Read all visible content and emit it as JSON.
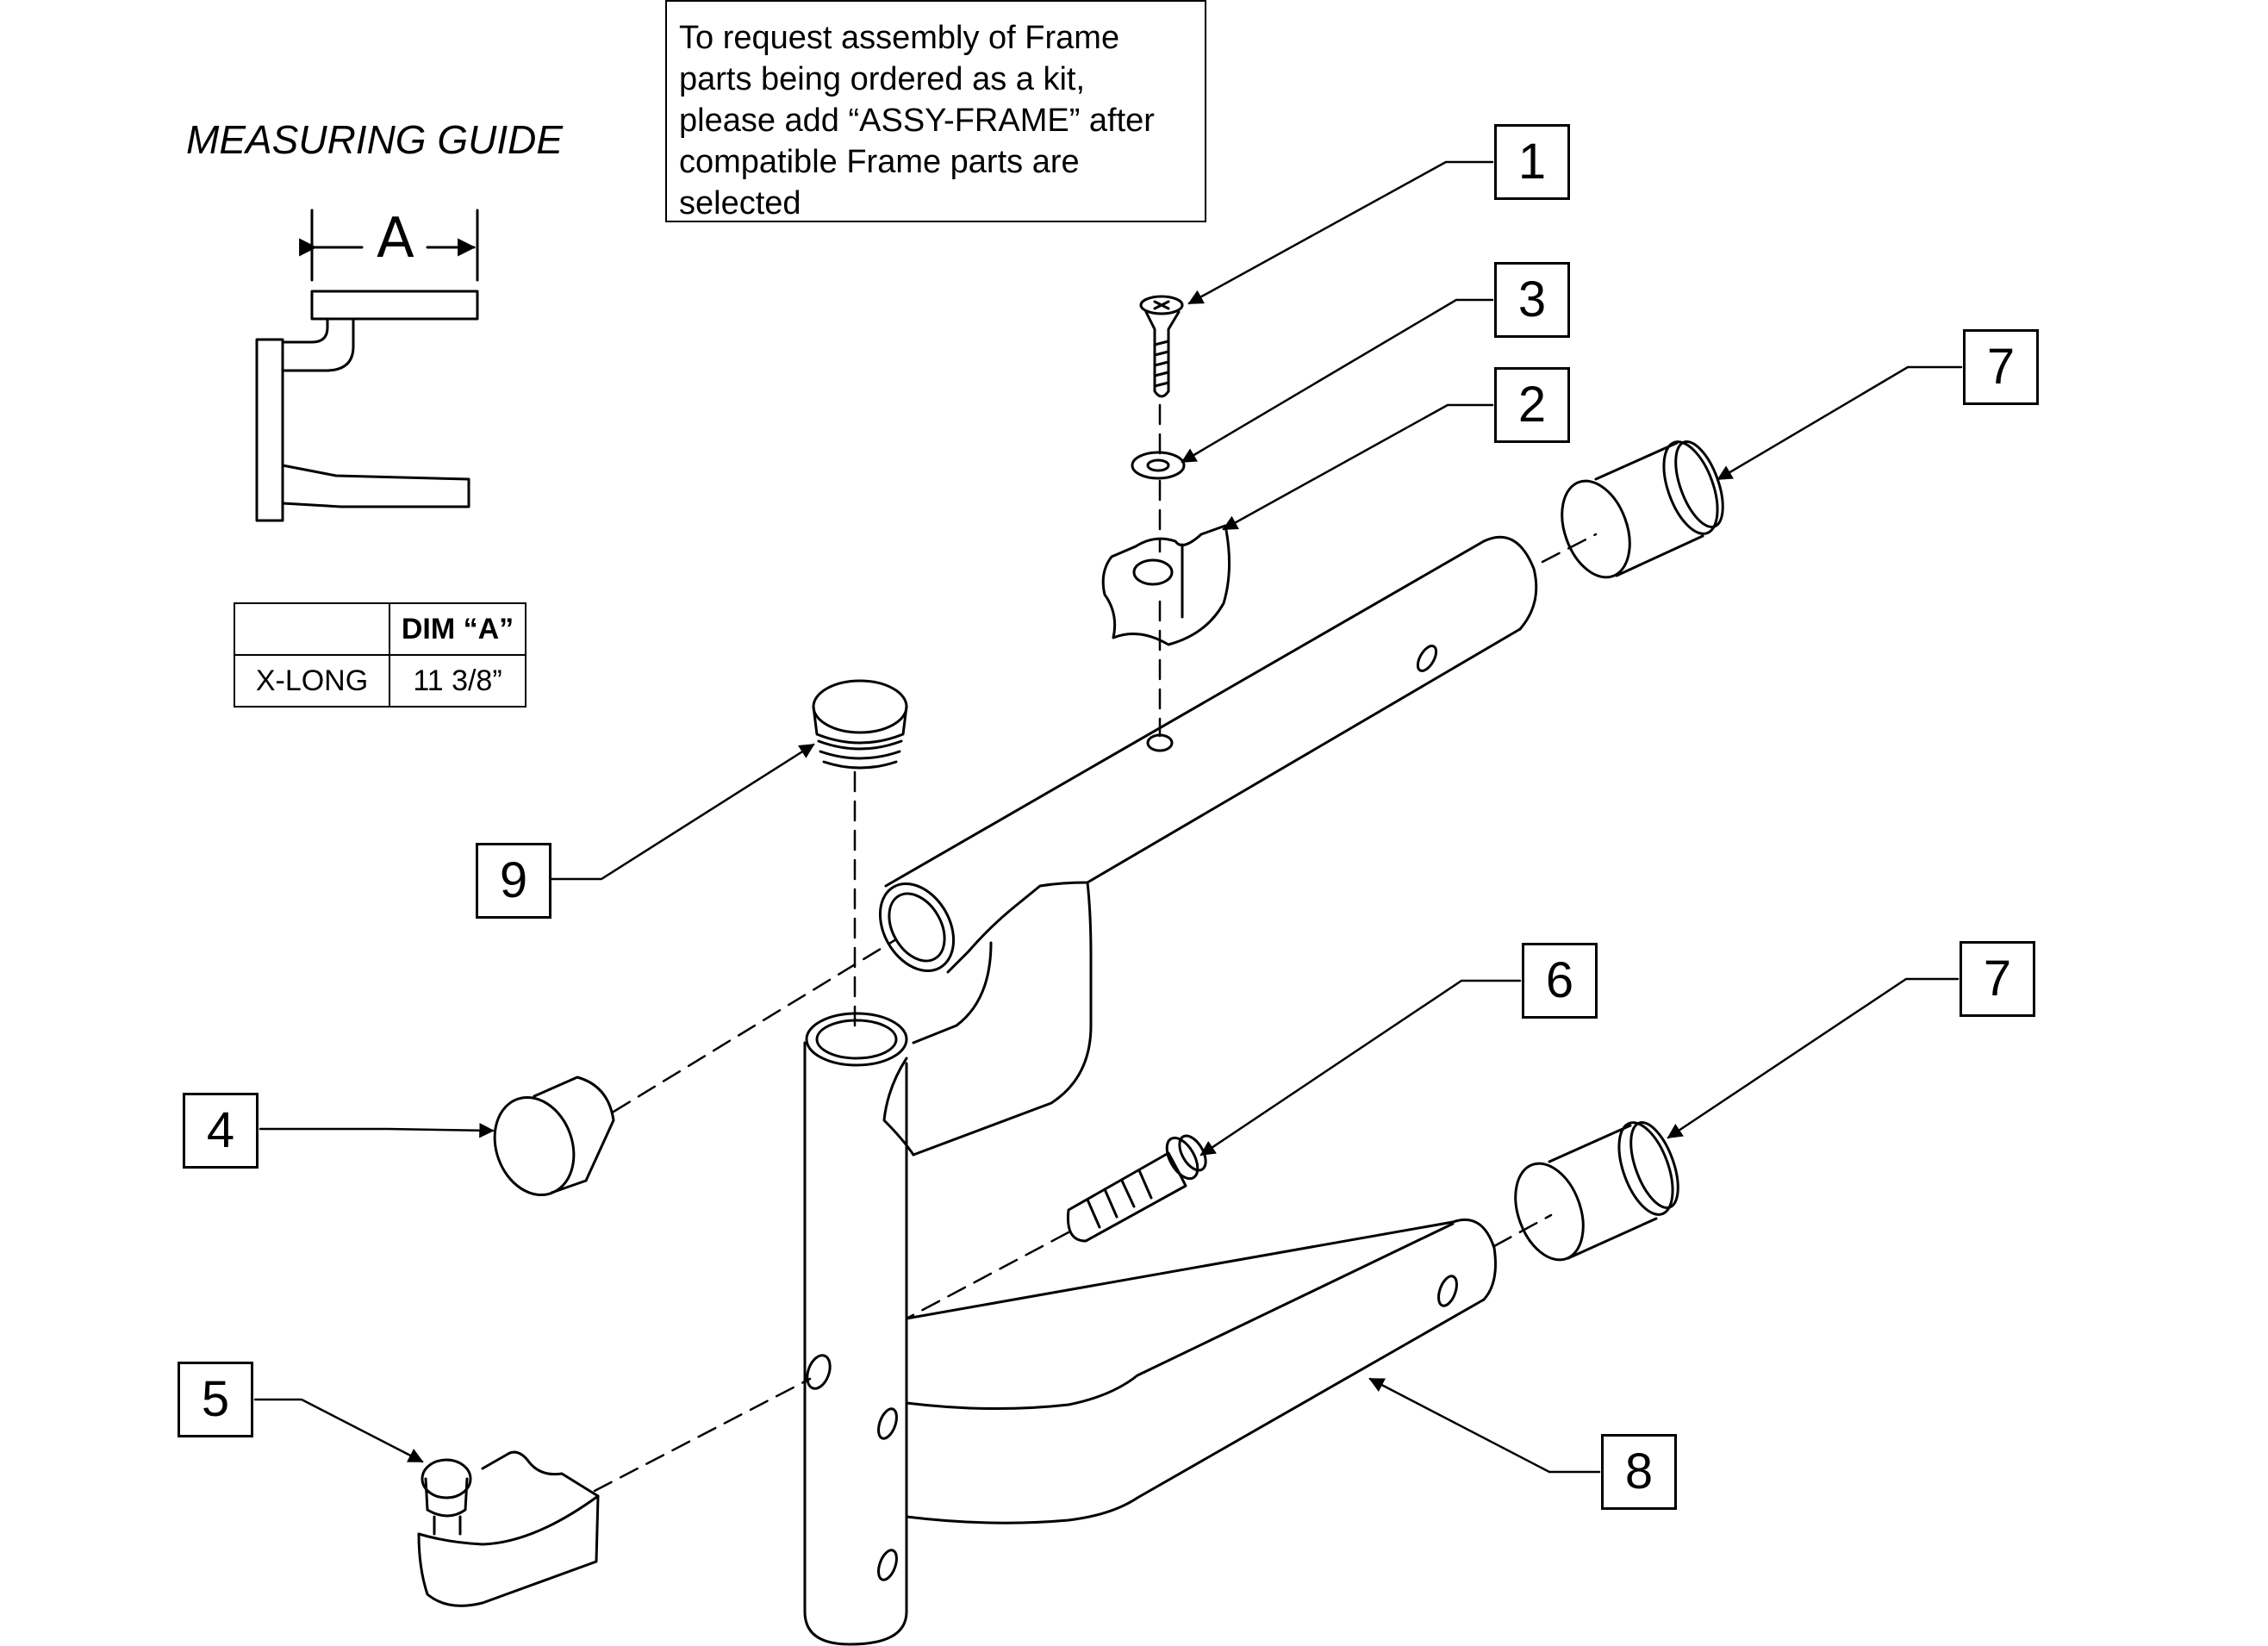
{
  "note": {
    "text": "To request assembly of Frame\nparts being ordered as a kit,\nplease add “ASSY-FRAME” after\ncompatible Frame parts are\nselected"
  },
  "measuring_guide": {
    "title": "MEASURING GUIDE",
    "dimension_label": "A"
  },
  "dim_table": {
    "header_empty": "",
    "header_dim": "DIM “A”",
    "row_label": "X-LONG",
    "row_value": "11 3/8”"
  },
  "callouts": {
    "c1": "1",
    "c2": "2",
    "c3": "3",
    "c4": "4",
    "c5": "5",
    "c6": "6",
    "c7a": "7",
    "c7b": "7",
    "c8": "8",
    "c9": "9"
  }
}
